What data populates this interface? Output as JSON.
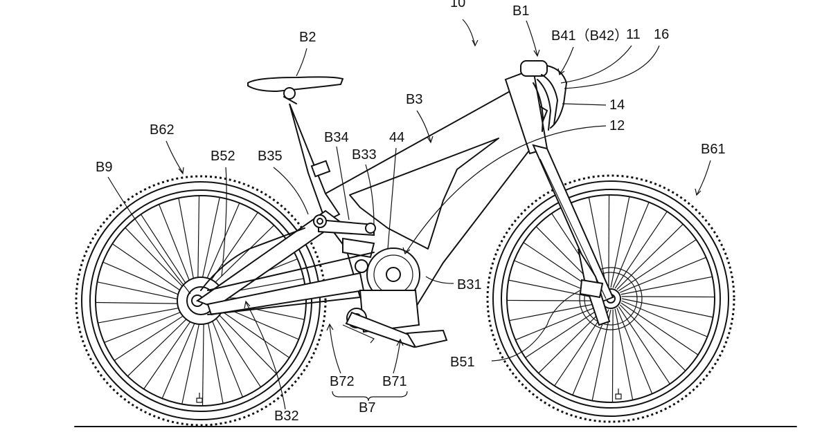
{
  "figure": {
    "reference_number": "10"
  },
  "labels": {
    "b1": "B1",
    "b2": "B2",
    "b3": "B3",
    "b7": "B7",
    "b9": "B9",
    "b31": "B31",
    "b32": "B32",
    "b33": "B33",
    "b34": "B34",
    "b35": "B35",
    "b41": "B41（B42）",
    "b51": "B51",
    "b52": "B52",
    "b61": "B61",
    "b62": "B62",
    "b71": "B71",
    "b72": "B72",
    "n11": "11",
    "n12": "12",
    "n14": "14",
    "n16": "16",
    "n44": "44"
  }
}
